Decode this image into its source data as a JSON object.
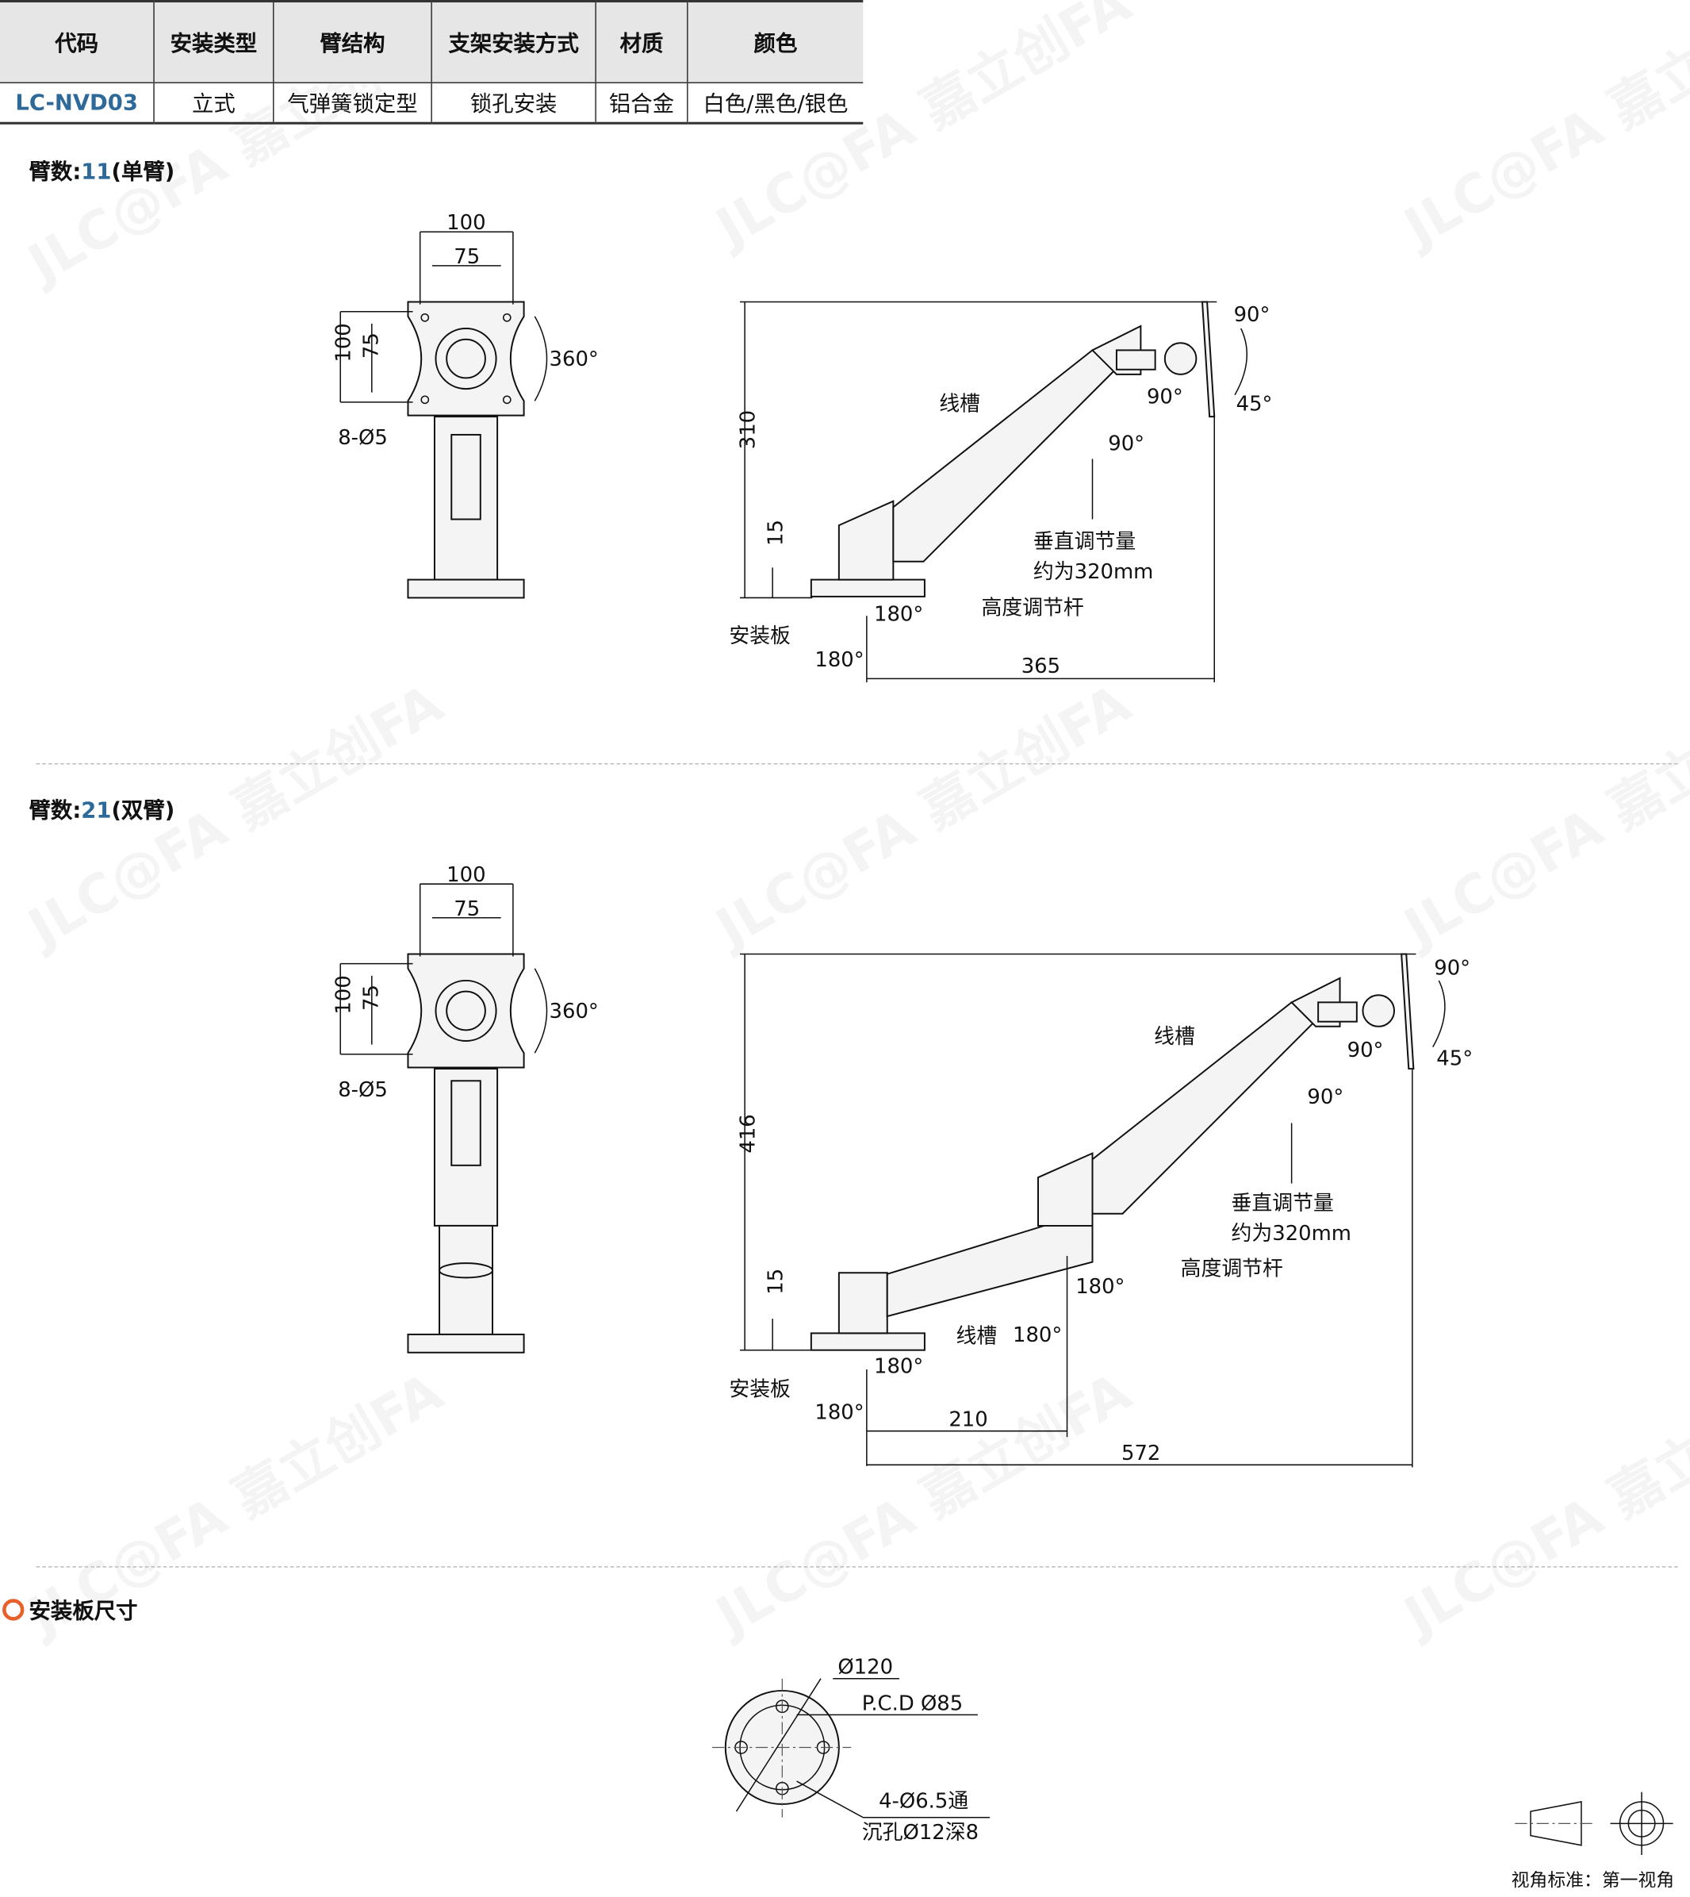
{
  "table": {
    "headers": [
      "代码",
      "安装类型",
      "臂结构",
      "支架安装方式",
      "材质",
      "颜色"
    ],
    "row": [
      "LC-NVD03",
      "立式",
      "气弹簧锁定型",
      "锁孔安装",
      "铝合金",
      "白色/黑色/银色"
    ]
  },
  "section1": {
    "prefix": "臂数:",
    "num": "11",
    "suffix": "(单臂)"
  },
  "section2": {
    "prefix": "臂数:",
    "num": "21",
    "suffix": "(双臂)"
  },
  "front": {
    "w100": "100",
    "w75": "75",
    "h100": "100",
    "h75": "75",
    "rot": "360°",
    "holes": "8-Ø5"
  },
  "side1": {
    "height": "310",
    "plate": "15",
    "reach": "365",
    "groove": "线槽",
    "tilt_up": "90°",
    "tilt_down": "45°",
    "swivel1": "90°",
    "swivel2": "90°",
    "vert1": "垂直调节量",
    "vert2": "约为320mm",
    "lever": "高度调节杆",
    "rot1": "180°",
    "base": "安装板",
    "rot2": "180°"
  },
  "side2": {
    "height": "416",
    "plate": "15",
    "reach1": "210",
    "reach2": "572",
    "groove": "线槽",
    "groove2": "线槽",
    "tilt_up": "90°",
    "tilt_down": "45°",
    "swivel1": "90°",
    "swivel2": "90°",
    "vert1": "垂直调节量",
    "vert2": "约为320mm",
    "lever": "高度调节杆",
    "rot_mid": "180°",
    "rot_mid2": "180°",
    "rot1": "180°",
    "base": "安装板",
    "rot2": "180°"
  },
  "plate_section": {
    "title": "安装板尺寸",
    "dia": "Ø120",
    "pcd": "P.C.D Ø85",
    "holes": "4-Ø6.5通",
    "counter": "沉孔Ø12深8"
  },
  "standard": "视角标准：第一视角",
  "watermark": "JLC@FA 嘉立创FA"
}
